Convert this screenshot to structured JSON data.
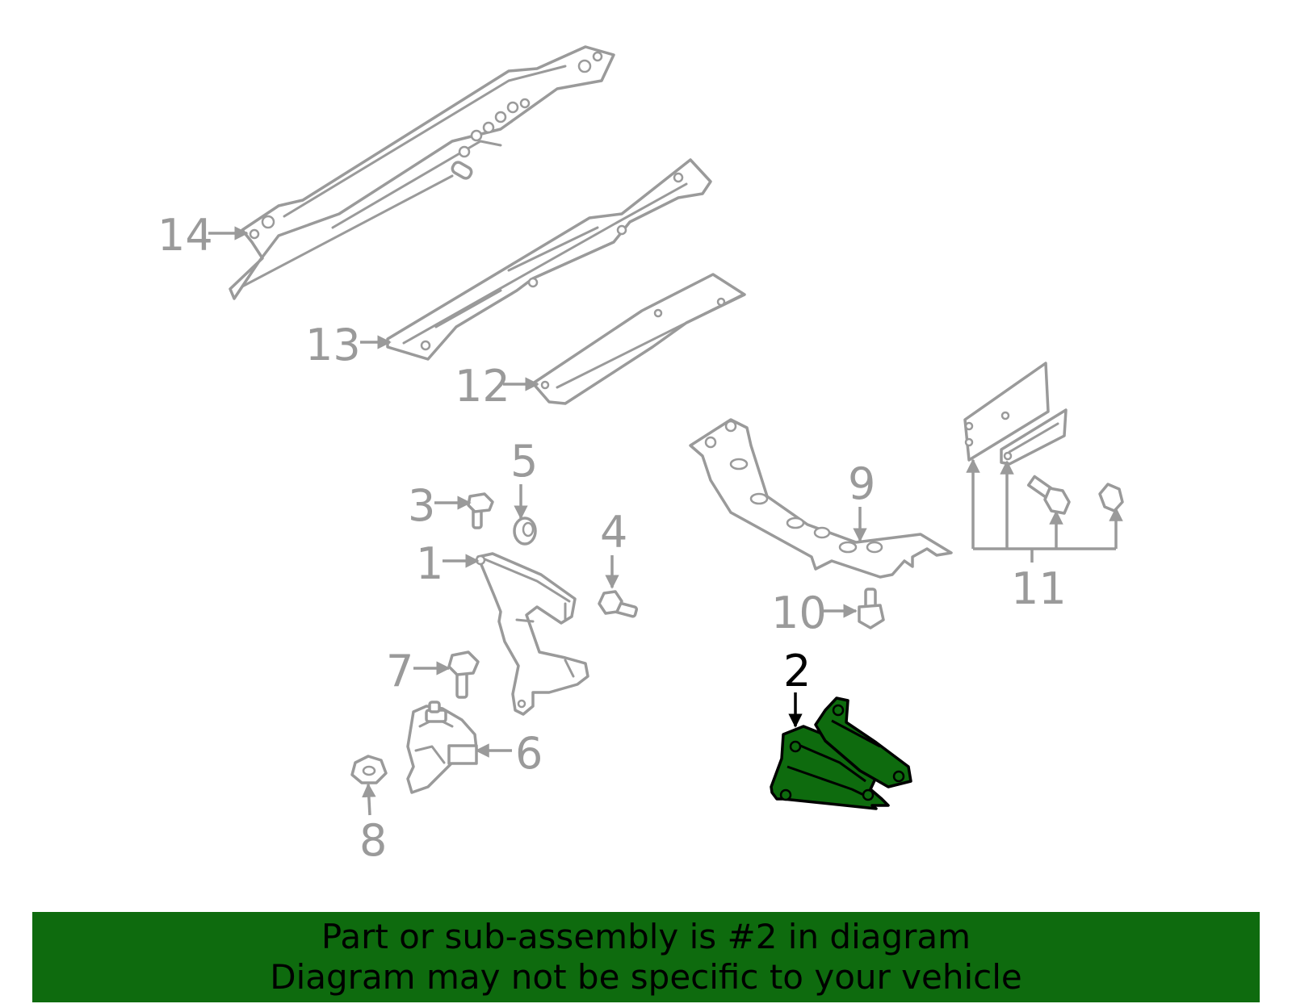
{
  "colors": {
    "line": "#9a9a9a",
    "highlight_fill": "#0e6b0e",
    "highlight_stroke": "#000000",
    "banner_bg": "#0e6b0e",
    "background": "#ffffff"
  },
  "callouts": {
    "c1": "1",
    "c2": "2",
    "c3": "3",
    "c4": "4",
    "c5": "5",
    "c6": "6",
    "c7": "7",
    "c8": "8",
    "c9": "9",
    "c10": "10",
    "c11": "11",
    "c12": "12",
    "c13": "13",
    "c14": "14"
  },
  "highlighted_part": "2",
  "banner": {
    "line1": "Part or sub-assembly is #2 in diagram",
    "line2": "Diagram may not be specific to your vehicle"
  }
}
